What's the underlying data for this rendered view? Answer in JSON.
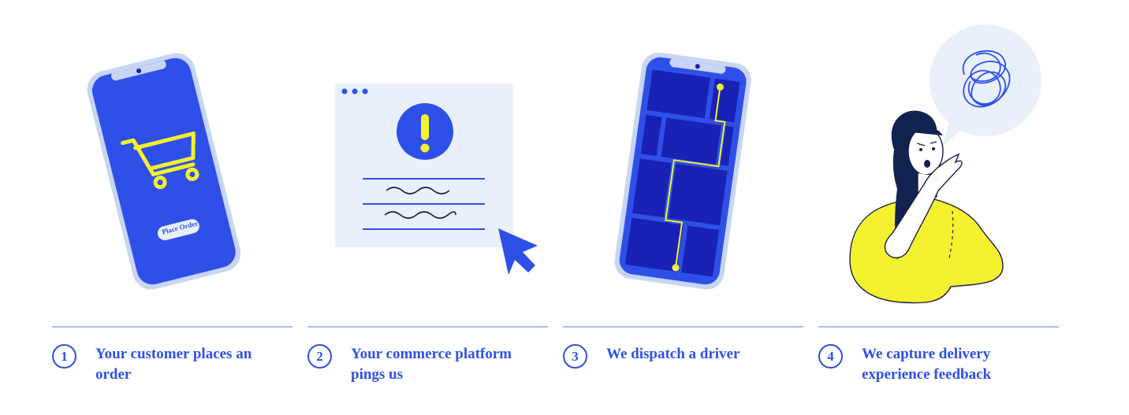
{
  "colors": {
    "accent": "#2e50e8",
    "dark_blue": "#1a22b5",
    "yellow": "#f4f22e",
    "rule": "#a9bdf2",
    "panel": "#eaf0fb"
  },
  "steps": [
    {
      "number": "1",
      "label": "Your customer places an order",
      "illustration": "phone-cart-icon",
      "button_text": "Place Order"
    },
    {
      "number": "2",
      "label": "Your commerce platform pings us",
      "illustration": "browser-alert-icon"
    },
    {
      "number": "3",
      "label": "We dispatch a driver",
      "illustration": "phone-map-route-icon"
    },
    {
      "number": "4",
      "label": "We capture delivery experience feedback",
      "illustration": "confused-person-icon"
    }
  ]
}
